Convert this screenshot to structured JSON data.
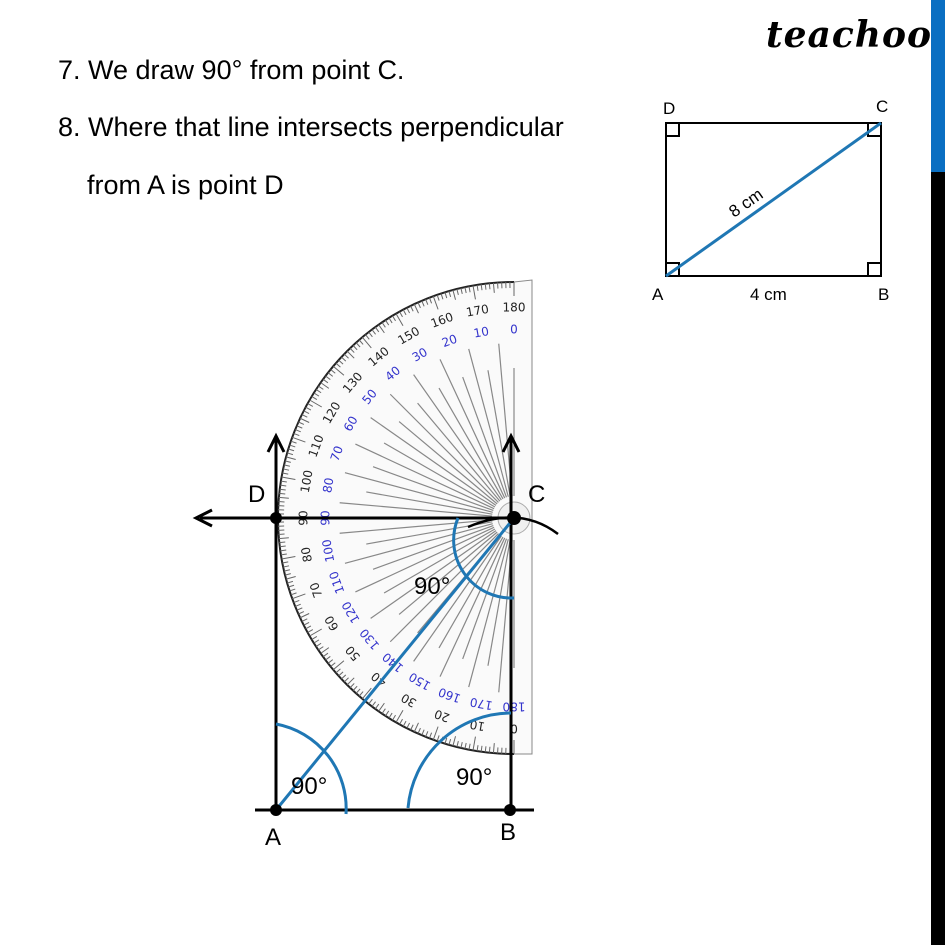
{
  "brand": {
    "logo_text": "teachoo"
  },
  "steps": [
    {
      "line1": "7. We draw 90° from point C."
    },
    {
      "line1": "8. Where that line intersects perpendicular",
      "line2": "from A is point D"
    }
  ],
  "reference_figure": {
    "vertices": {
      "A": "A",
      "B": "B",
      "C": "C",
      "D": "D"
    },
    "diagonal_label": "8 cm",
    "base_label": "4 cm",
    "diagonal_color": "#1f77b4"
  },
  "construction": {
    "points": {
      "A": "A",
      "B": "B",
      "C": "C",
      "D": "D"
    },
    "angle_labels": {
      "at_A": "90°",
      "at_B": "90°",
      "at_C": "90°"
    },
    "arc_color": "#1f77b4",
    "protractor": {
      "outer_scale": [
        "180",
        "170",
        "160",
        "150",
        "140",
        "130",
        "120",
        "110",
        "100",
        "90",
        "80",
        "70",
        "60",
        "50",
        "40",
        "30",
        "20",
        "10",
        "0"
      ],
      "inner_scale": [
        "0",
        "10",
        "20",
        "30",
        "40",
        "50",
        "60",
        "70",
        "80",
        "90",
        "100",
        "110",
        "120",
        "130",
        "140",
        "150",
        "160",
        "170",
        "180"
      ],
      "inner_scale_color": "#3333cc"
    }
  },
  "colors": {
    "accent_blue": "#0a6fc2",
    "sidebar_dark": "#000000"
  }
}
